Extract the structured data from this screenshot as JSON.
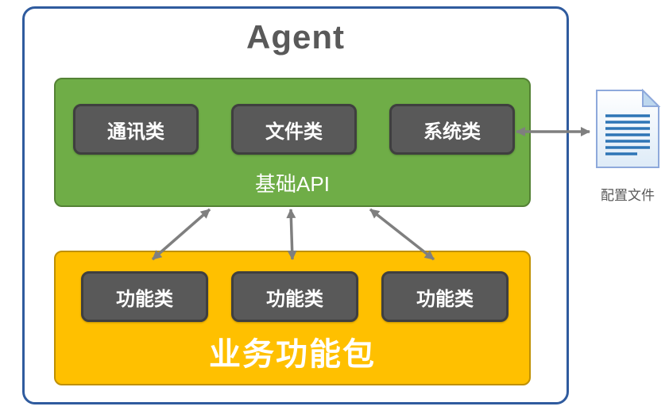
{
  "title": "Agent",
  "api_layer": {
    "boxes": [
      "通讯类",
      "文件类",
      "系统类"
    ],
    "label": "基础API"
  },
  "business_layer": {
    "boxes": [
      "功能类",
      "功能类",
      "功能类"
    ],
    "label": "业务功能包"
  },
  "config_file": {
    "label": "配置文件"
  },
  "icons": {
    "document": "document-icon",
    "arrows": [
      "bidirectional-arrow",
      "bidirectional-arrow",
      "bidirectional-arrow",
      "bidirectional-arrow"
    ]
  },
  "colors": {
    "outer_border": "#2F5B9E",
    "api_fill": "#6FAD47",
    "api_border": "#548235",
    "business_fill": "#FFC000",
    "business_border": "#BF9000",
    "class_box_fill": "#595959",
    "class_box_border": "#3F3F3F",
    "arrow": "#7F7F7F",
    "title_color": "#595959",
    "doc_line_color": "#2E75B6"
  }
}
